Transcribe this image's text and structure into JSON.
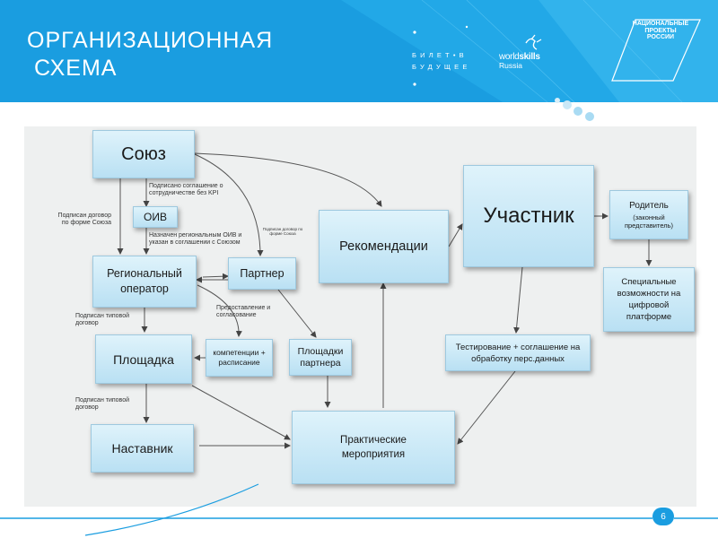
{
  "header": {
    "title_line1": "ОРГАНИЗАЦИОННАЯ",
    "title_line2": " СХЕМА",
    "bilet_line1": "БИЛЕТ•В",
    "bilet_line2": "БУДУЩЕЕ",
    "worldskills_a": "world",
    "worldskills_b": "skills",
    "worldskills_region": "Russia",
    "np_line1": "НАЦИОНАЛЬНЫЕ",
    "np_line2": "ПРОЕКТЫ",
    "np_line3": "РОССИИ",
    "brand_color": "#1a9de0"
  },
  "diagram": {
    "nodes": {
      "soyuz": "Союз",
      "oiv": "ОИВ",
      "regoper": "Региональный оператор",
      "partner": "Партнер",
      "rekom": "Рекомендации",
      "uchastnik": "Участник",
      "roditel_title": "Родитель",
      "roditel_sub": "(законный представитель)",
      "spec": "Специальные возможности на цифровой платформе",
      "testirovanie": "Тестирование + соглашение на обработку перс.данных",
      "ploshadka": "Площадка",
      "kompetencii": "компетенции + расписание",
      "ploshadki_partnera": "Площадки партнера",
      "nastavnik": "Наставник",
      "praktich": "Практические мероприятия"
    },
    "labels": {
      "soglashenie": "Подписано соглашение о сотрудничестве без KPI",
      "dogovor_soyuza": "Подписан договор по форме Союза",
      "naznachen": "Назначен региональным ОИВ и указан в соглашении с Союзом",
      "dogovor_small": "Подписан договор по форме Союза",
      "predostavlenie": "Предоставление и согласование",
      "tipovoy1": "Подписан типовой договор",
      "tipovoy2": "Подписан типовой договор"
    }
  },
  "footer": {
    "page_number": "6"
  }
}
